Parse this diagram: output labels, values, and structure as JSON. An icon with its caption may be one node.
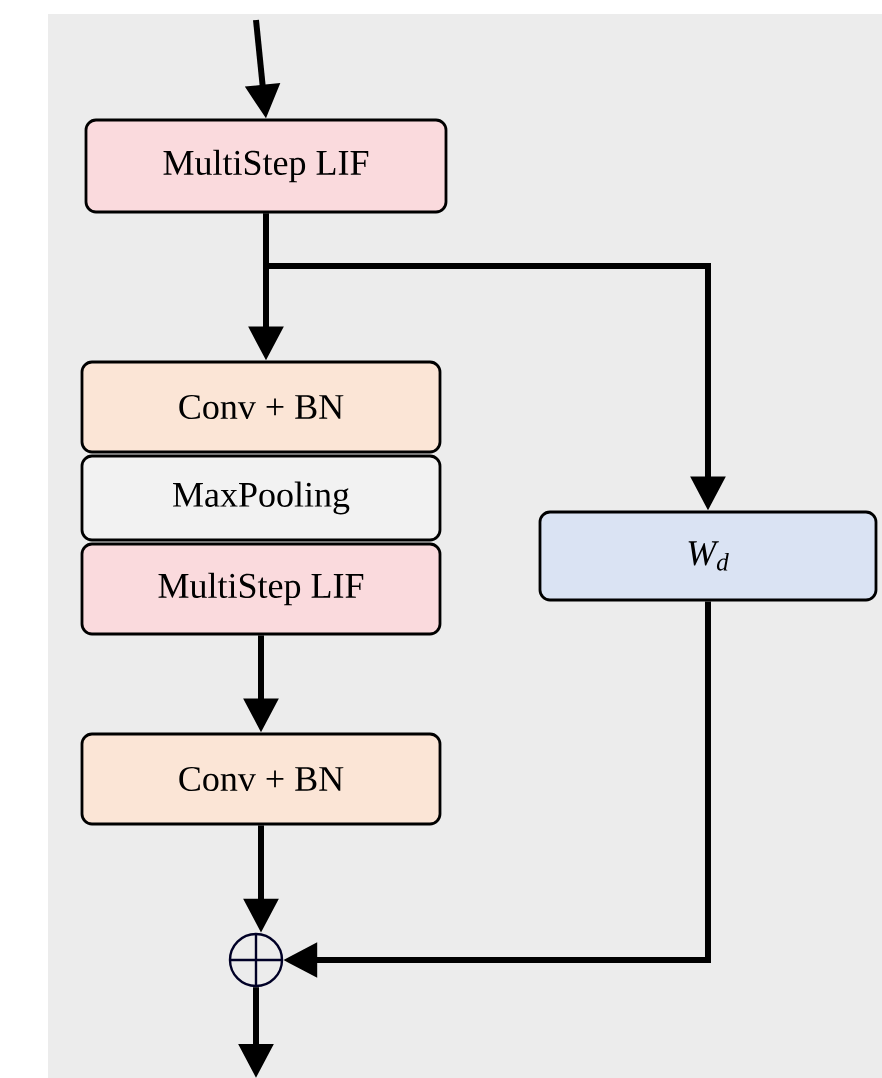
{
  "diagram": {
    "nodes": [
      {
        "text": [
          "MultiStep LIF"
        ]
      },
      {
        "text": [
          "Conv + BN"
        ]
      },
      {
        "text": [
          "MaxPooling"
        ]
      },
      {
        "text": [
          "MultiStep LIF"
        ]
      },
      {
        "text": [
          "Conv + BN"
        ]
      },
      {
        "text": [
          "W$_{d}$"
        ]
      },
      {
        "text": [],
        "shape": "circle"
      }
    ],
    "edges": [
      {
        "from": null,
        "to": 0,
        "arrow": "to"
      },
      {
        "from": 0,
        "to": 1,
        "arrow": "to"
      },
      {
        "from": 0,
        "to": 5,
        "arrow": "to"
      },
      {
        "from": 3,
        "to": 4,
        "arrow": "to"
      },
      {
        "from": 4,
        "to": 6,
        "arrow": "to"
      },
      {
        "from": 5,
        "to": 6,
        "arrow": "to"
      },
      {
        "from": 6,
        "to": null,
        "arrow": "to"
      }
    ]
  }
}
